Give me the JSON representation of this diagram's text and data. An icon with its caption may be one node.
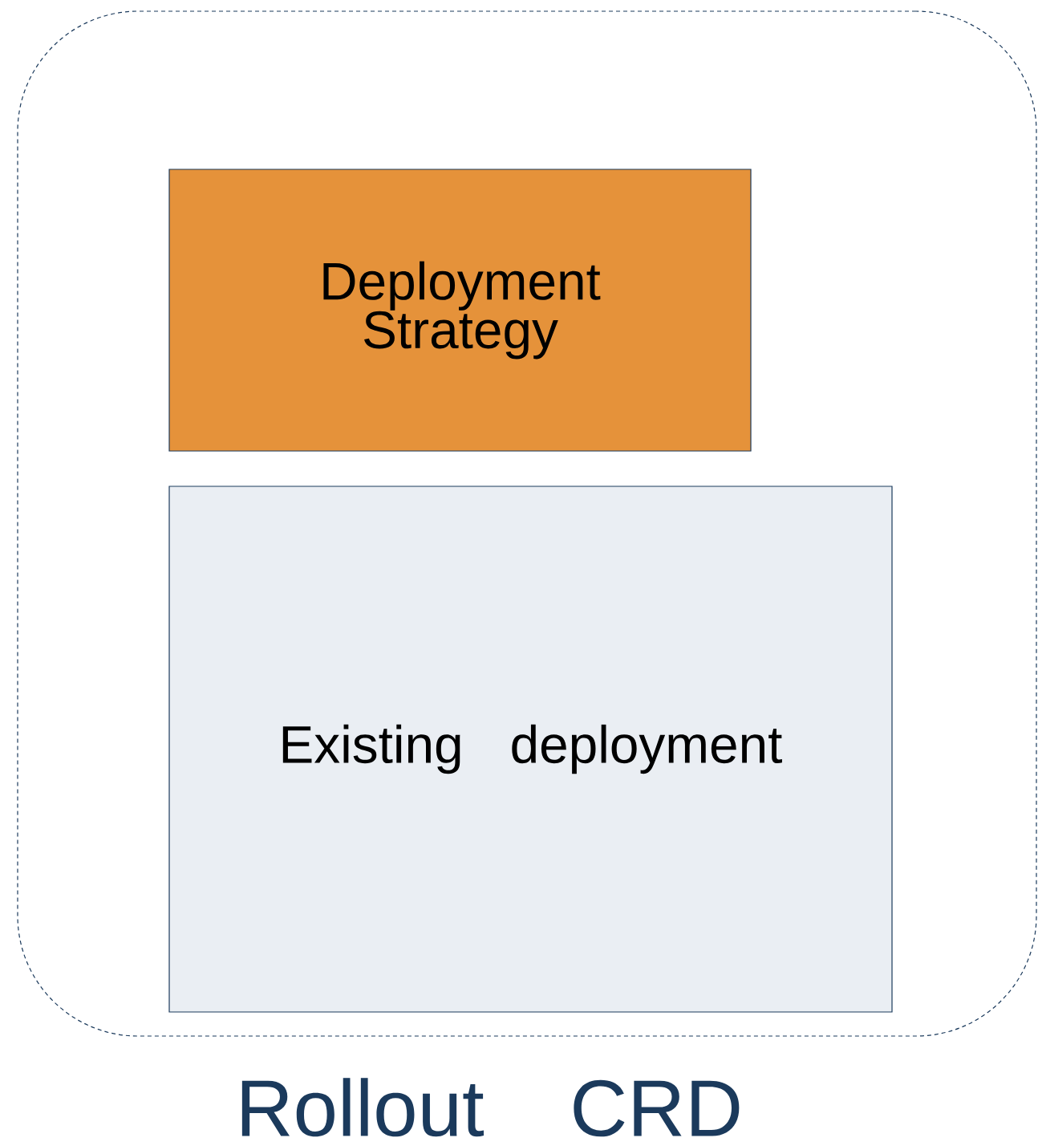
{
  "diagram": {
    "nodes": [
      {
        "text": [
          "Rollout CRD"
        ]
      },
      {
        "text": [
          "Deployment Strategy"
        ],
        "in": 0
      },
      {
        "text": [
          "Existing deployment"
        ],
        "in": 0
      }
    ]
  }
}
